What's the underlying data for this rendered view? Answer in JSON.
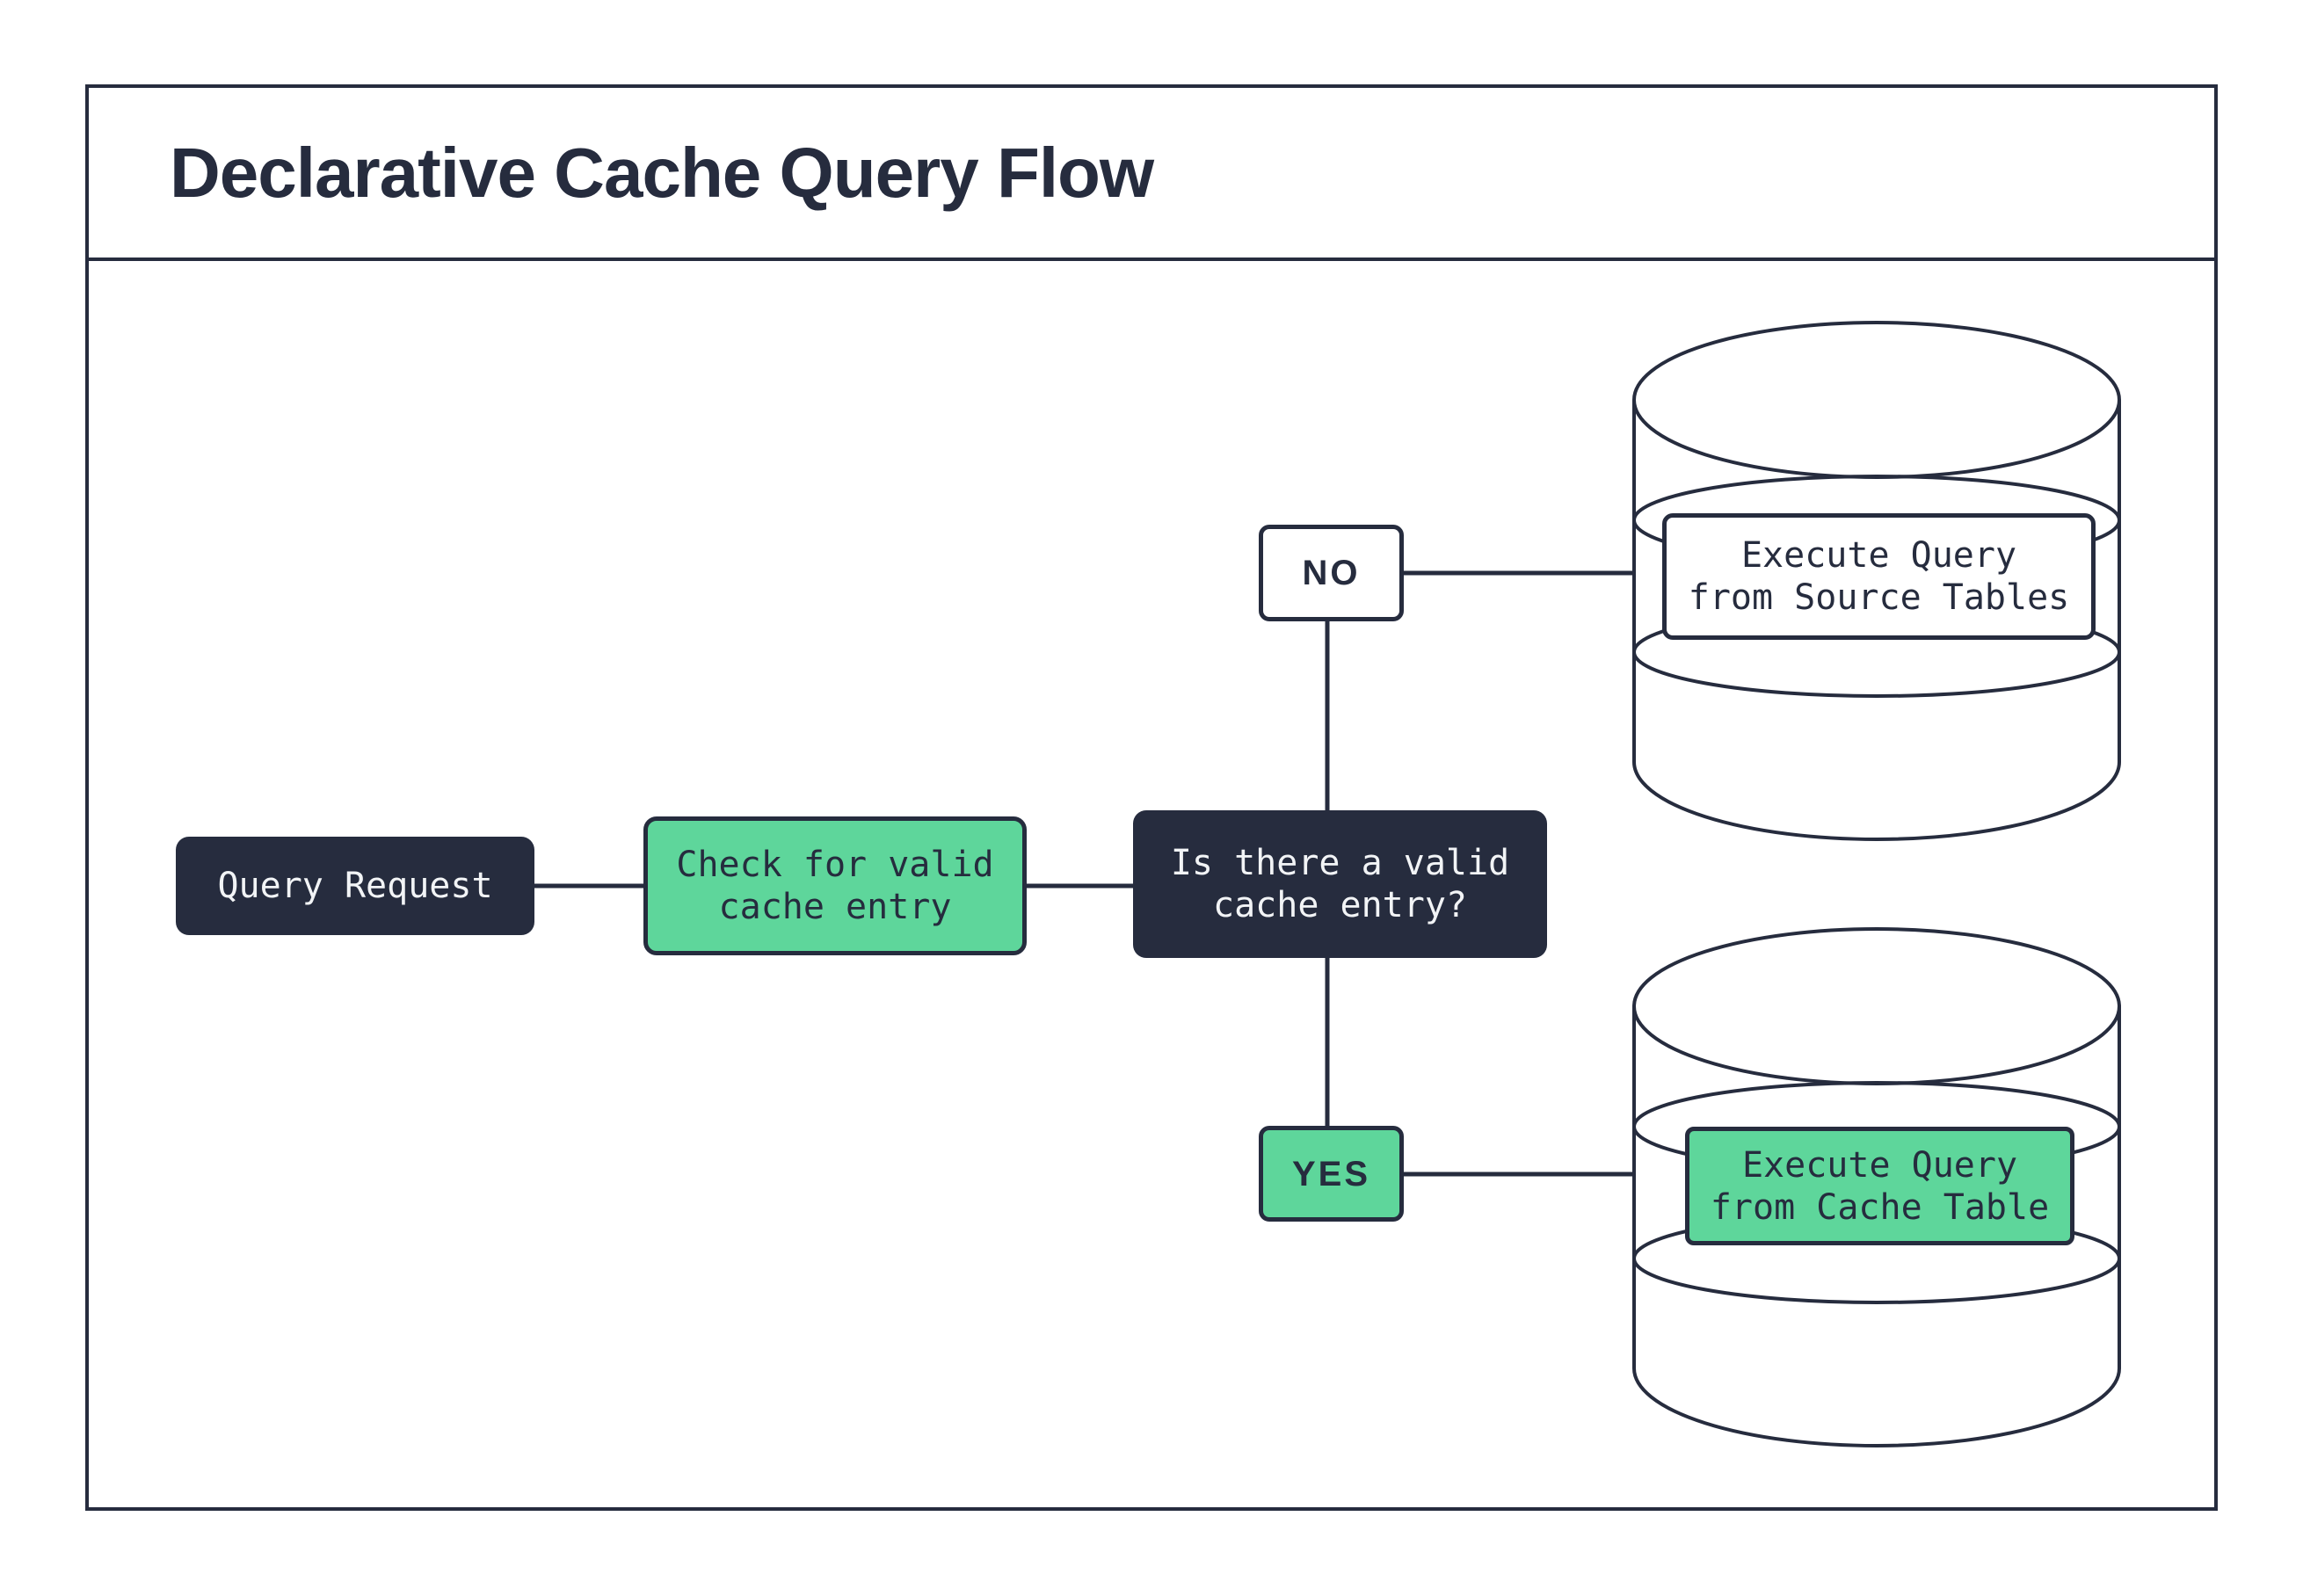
{
  "title": "Declarative Cache Query Flow",
  "colors": {
    "ink": "#262c3e",
    "green": "#5ed69b",
    "paper": "#ffffff",
    "light_text": "#f2f4f6"
  },
  "nodes": {
    "query_request": {
      "label": "Query Request"
    },
    "check_cache": {
      "line1": "Check for valid",
      "line2": "cache entry"
    },
    "decision": {
      "line1": "Is there a valid",
      "line2": "cache entry?"
    },
    "no_branch": {
      "label": "NO"
    },
    "yes_branch": {
      "label": "YES"
    },
    "execute_source": {
      "line1": "Execute Query",
      "line2": "from Source Tables"
    },
    "execute_cache": {
      "line1": "Execute Query",
      "line2": "from Cache Table"
    }
  }
}
